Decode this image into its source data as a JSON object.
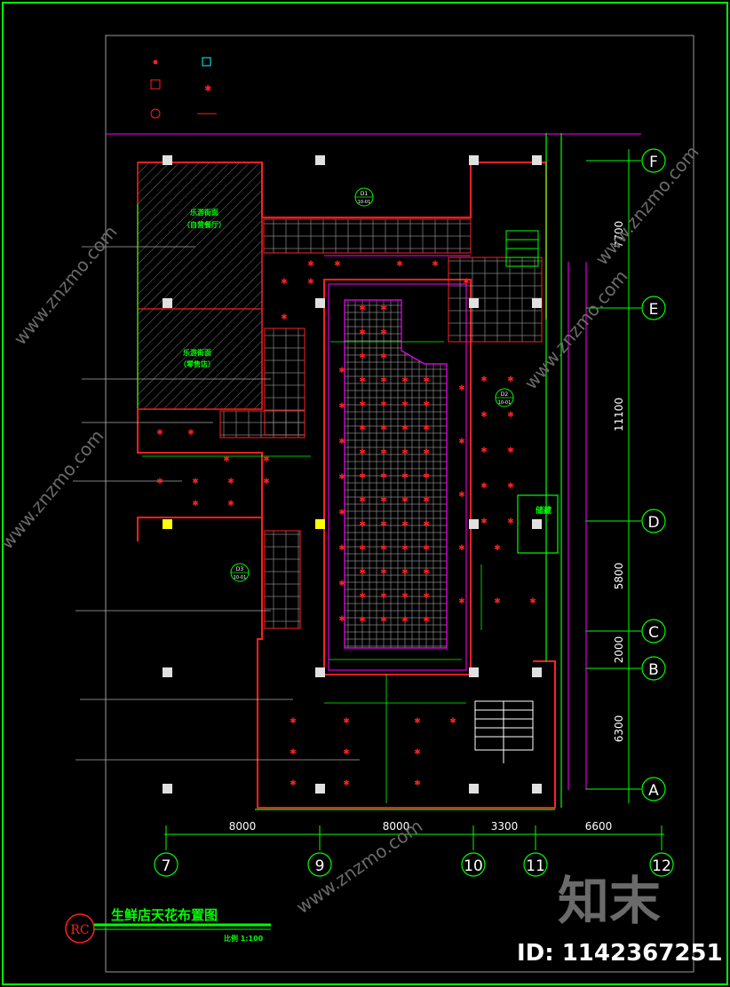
{
  "drawing": {
    "title": "生鲜店天花布置图",
    "scale": "比例 1:100",
    "badge": "RC"
  },
  "grid_axes": {
    "columns": [
      "7",
      "9",
      "10",
      "11",
      "12"
    ],
    "rows": [
      "F",
      "E",
      "D",
      "C",
      "B",
      "A"
    ]
  },
  "dimensions": {
    "bottom": [
      "8000",
      "8000",
      "3300",
      "6600"
    ],
    "right": [
      "7700",
      "11100",
      "5800",
      "2000",
      "6300"
    ]
  },
  "room_labels": {
    "upper_hatch": [
      "乐游街面",
      "（自营餐厅）"
    ],
    "lower_hatch": [
      "乐游街面",
      "（零售店）"
    ],
    "storage": "储藏"
  },
  "callouts": [
    {
      "code": "D1",
      "sub": "10-01"
    },
    {
      "code": "D2",
      "sub": "10-01"
    },
    {
      "code": "D3",
      "sub": "10-01"
    }
  ],
  "watermark": {
    "brand": "知末",
    "id_text": "ID: 1142367251",
    "site": "www.znzmo.com"
  },
  "colors": {
    "wall": "#ff2020",
    "ceiling_grid": "#808080",
    "dim_green": "#00ff00",
    "magenta": "#ff00ff",
    "frame": "#00ff00"
  }
}
